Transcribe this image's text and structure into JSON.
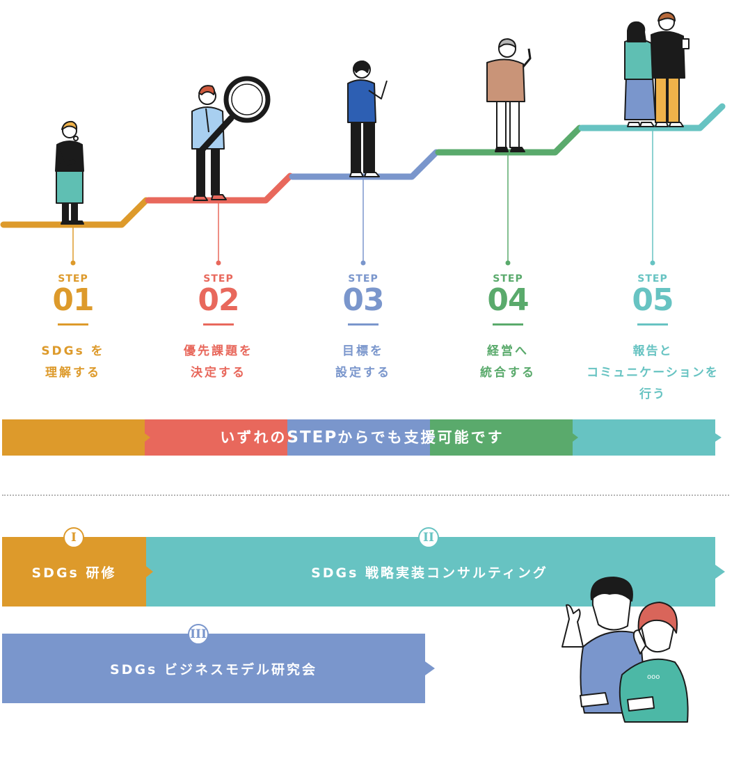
{
  "colors": {
    "orange": "#dd9a2b",
    "red": "#e8685c",
    "blue": "#7a96cc",
    "green": "#5aaa6c",
    "teal": "#67c3c2"
  },
  "steps": [
    {
      "word": "STEP",
      "number": "01",
      "lines": [
        "SDGs を",
        "理解する"
      ],
      "color": "#dd9a2b"
    },
    {
      "word": "STEP",
      "number": "02",
      "lines": [
        "優先課題を",
        "決定する"
      ],
      "color": "#e8685c"
    },
    {
      "word": "STEP",
      "number": "03",
      "lines": [
        "目標を",
        "設定する"
      ],
      "color": "#7a96cc"
    },
    {
      "word": "STEP",
      "number": "04",
      "lines": [
        "経営へ",
        "統合する"
      ],
      "color": "#5aaa6c"
    },
    {
      "word": "STEP",
      "number": "05",
      "lines": [
        "報告と",
        "コミュニケーションを",
        "行う"
      ],
      "color": "#67c3c2"
    }
  ],
  "banner": {
    "pre": "いずれの",
    "en": "STEP",
    "post": "からでも支援可能です"
  },
  "programs": [
    {
      "badge": "I",
      "label": "SDGs 研修",
      "color": "#dd9a2b"
    },
    {
      "badge": "II",
      "label": "SDGs 戦略実装コンサルティング",
      "color": "#67c3c2"
    },
    {
      "badge": "III",
      "label": "SDGs ビジネスモデル研究会",
      "color": "#7a96cc"
    }
  ]
}
